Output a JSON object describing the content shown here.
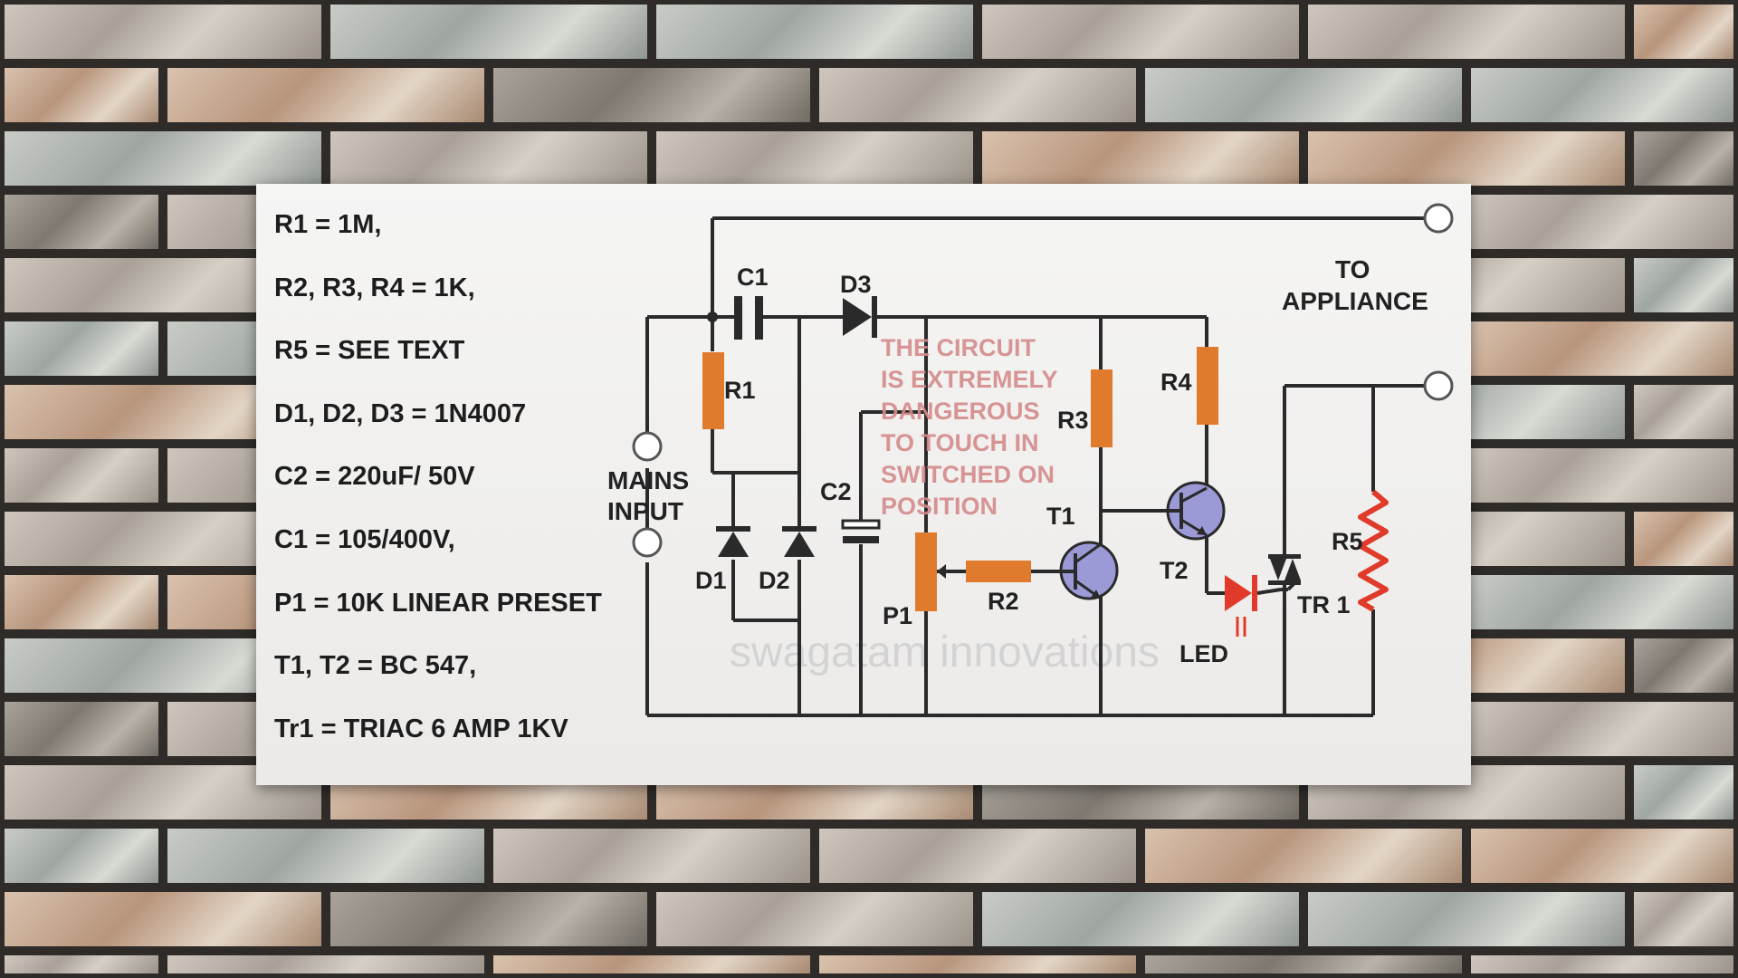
{
  "parts_list": [
    "R1 = 1M,",
    "R2, R3, R4 = 1K,",
    "R5 = SEE TEXT",
    "D1, D2, D3 = 1N4007",
    "C2 = 220uF/ 50V",
    "C1 = 105/400V,",
    "P1 = 10K LINEAR PRESET",
    "T1, T2 = BC 547,",
    "Tr1 = TRIAC 6 AMP 1KV"
  ],
  "labels": {
    "c1": "C1",
    "d3": "D3",
    "r1": "R1",
    "r3": "R3",
    "r4": "R4",
    "c2": "C2",
    "d1": "D1",
    "d2": "D2",
    "p1": "P1",
    "r2": "R2",
    "t1": "T1",
    "t2": "T2",
    "led": "LED",
    "tr1": "TR 1",
    "r5": "R5",
    "mains_line1": "MAINS",
    "mains_line2": "INPUT",
    "to_line1": "TO",
    "to_line2": "APPLIANCE"
  },
  "warning_lines": [
    "THE CIRCUIT",
    "IS EXTREMELY",
    "DANGEROUS",
    "TO TOUCH IN",
    "SWITCHED ON",
    "POSITION"
  ],
  "watermark": "swagatam innovations",
  "colors": {
    "resistor": "#e07b2e",
    "transistor": "#9c9ad6",
    "led": "#e23a2a",
    "r5": "#e03a2a",
    "wire": "#2a2a2a",
    "warning": "#d48b8b"
  }
}
